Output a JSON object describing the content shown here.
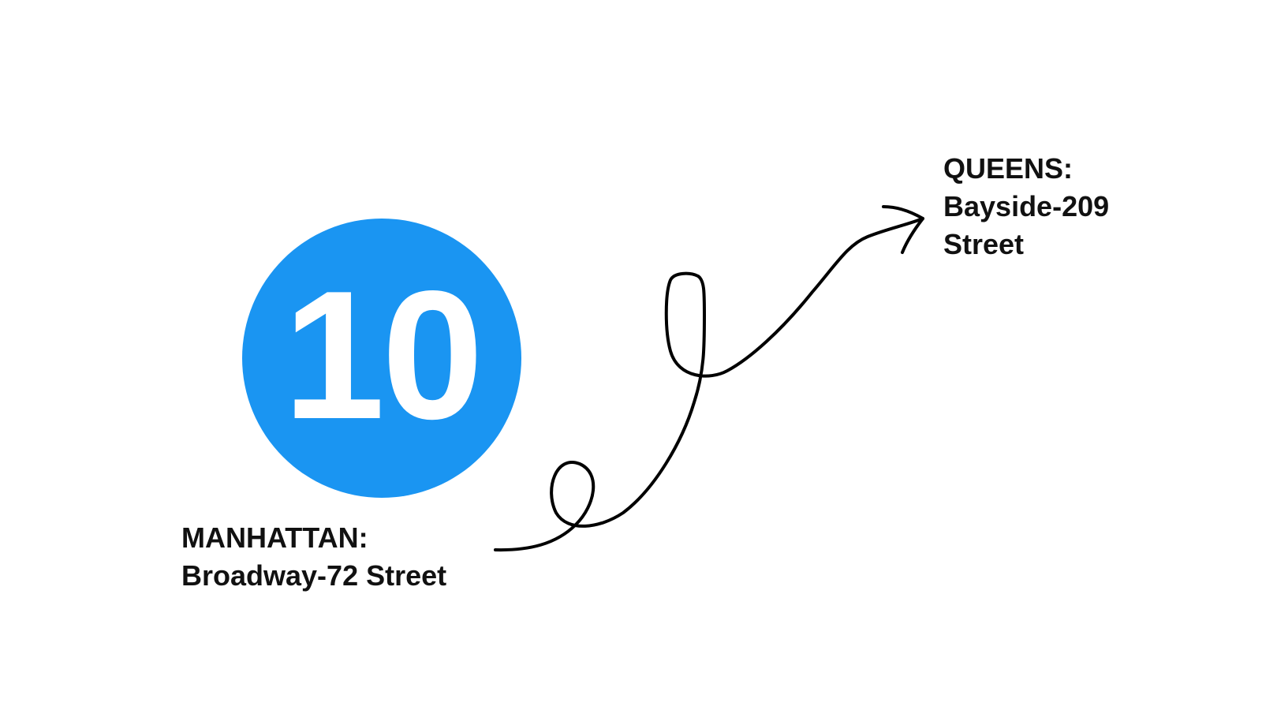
{
  "route": {
    "number": "10",
    "color": "#1a95f2"
  },
  "terminals": {
    "manhattan": {
      "borough": "MANHATTAN:",
      "station": "Broadway-72 Street"
    },
    "queens": {
      "borough": "QUEENS:",
      "station_line1": "Bayside-209",
      "station_line2": "Street"
    }
  },
  "connector": {
    "icon": "hand-drawn-arrow-icon",
    "color": "#000000"
  }
}
